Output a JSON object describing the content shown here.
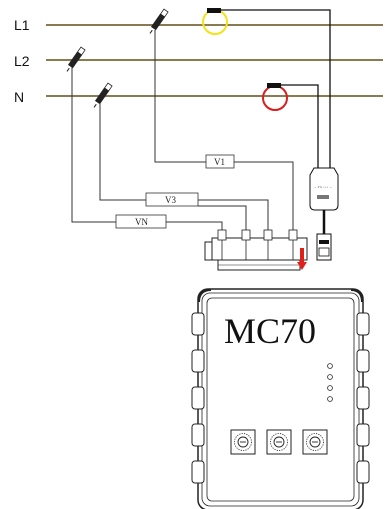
{
  "lines": [
    {
      "label": "L1"
    },
    {
      "label": "L2"
    },
    {
      "label": "N"
    }
  ],
  "wires": [
    {
      "label": "V1"
    },
    {
      "label": "V3"
    },
    {
      "label": "VN"
    }
  ],
  "device": {
    "name": "MC70",
    "knob_count": 3,
    "led_count": 4
  },
  "probe": {
    "tiny_text": "~ 1% ••• ~"
  },
  "colors": {
    "line_bus": "#8a7a52",
    "clamp_l1": "#f2e31a",
    "clamp_n": "#d81e1e",
    "arrow": "#e0201a"
  },
  "icons": [
    "crocodile-clip-icon",
    "flexible-current-clamp-icon",
    "current-probe-icon",
    "rotary-knob-icon",
    "status-led-icon"
  ]
}
